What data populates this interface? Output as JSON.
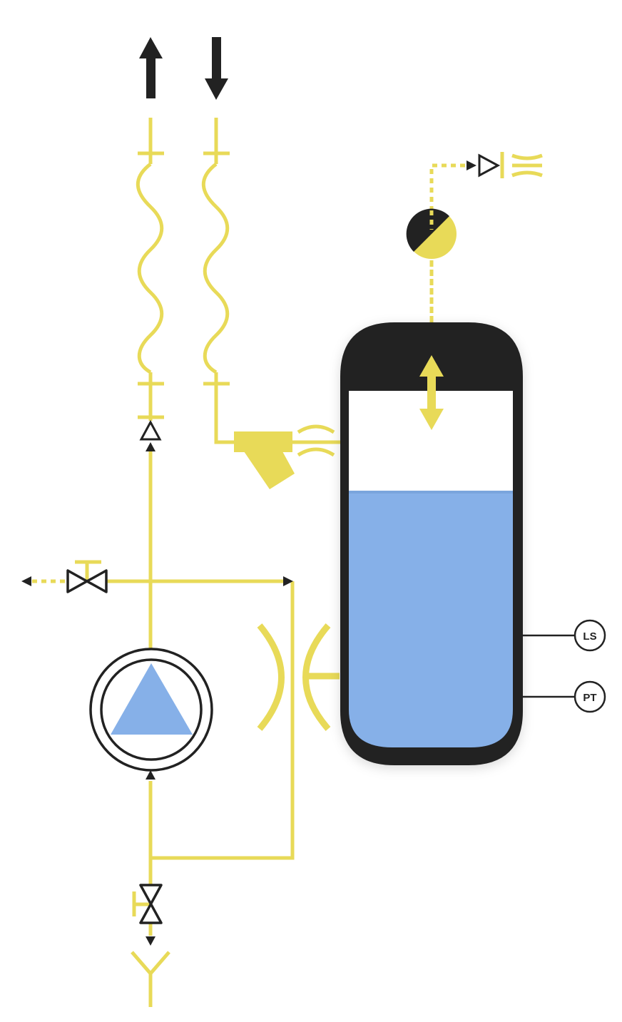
{
  "diagram": {
    "instruments": [
      {
        "tag": "LS"
      },
      {
        "tag": "PT"
      }
    ],
    "colors": {
      "pipe": "#E8DA58",
      "outline": "#222222",
      "liquid": "#86B0E8",
      "background": "#FFFFFF"
    },
    "tank_liquid_level": 0.7
  }
}
